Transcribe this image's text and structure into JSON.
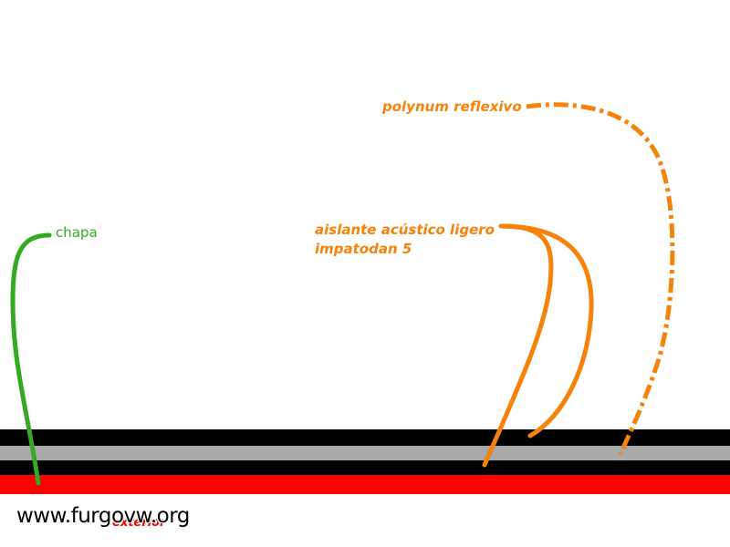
{
  "layers": [
    {
      "name": "black-top",
      "color": "#000000"
    },
    {
      "name": "grey",
      "color": "#a9a9a9"
    },
    {
      "name": "black-bottom",
      "color": "#000000"
    },
    {
      "name": "red",
      "color": "#ff0000"
    }
  ],
  "labels": {
    "chapa": "chapa",
    "polynum": "polynum reflexivo",
    "aislante_line1": "aislante acústico ligero",
    "aislante_line2": "impatodan 5",
    "exterior": "exterior"
  },
  "colors": {
    "chapa": "#33aa22",
    "insulation": "#f5820a",
    "exterior": "#ff0000"
  },
  "watermark": "www.furgovw.org"
}
